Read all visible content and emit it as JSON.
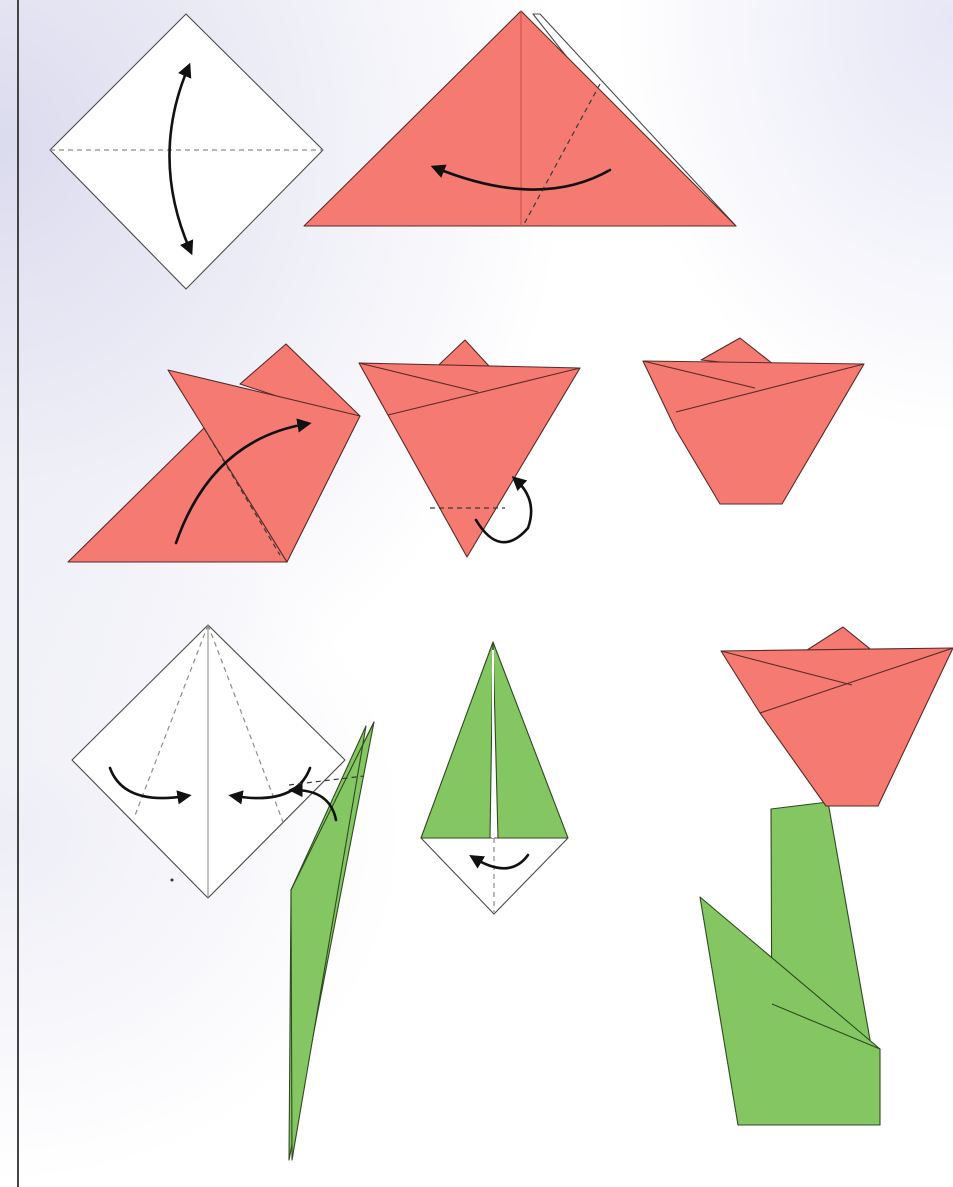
{
  "diagram": {
    "subject": "origami-tulip-folding-steps",
    "colors": {
      "petal": "#f47a72",
      "leaf": "#84c661",
      "paper": "#ffffff",
      "arrow": "#111111"
    },
    "steps": [
      {
        "id": "step-1",
        "paper": "white",
        "icon": "double-arrow-icon"
      },
      {
        "id": "step-2",
        "paper": "pink",
        "icon": "curved-arrow-icon"
      },
      {
        "id": "step-3",
        "paper": "pink",
        "icon": "curved-arrow-icon"
      },
      {
        "id": "step-4",
        "paper": "pink",
        "icon": "curved-arrow-icon"
      },
      {
        "id": "step-5",
        "paper": "pink",
        "icon": null
      },
      {
        "id": "step-6",
        "paper": "white",
        "icon": "curved-arrow-icon"
      },
      {
        "id": "step-7",
        "paper": "green",
        "icon": "curved-arrow-icon"
      },
      {
        "id": "step-8",
        "paper": "green",
        "icon": "curved-arrow-icon"
      },
      {
        "id": "step-9",
        "paper": "pink-green",
        "icon": null
      }
    ]
  }
}
